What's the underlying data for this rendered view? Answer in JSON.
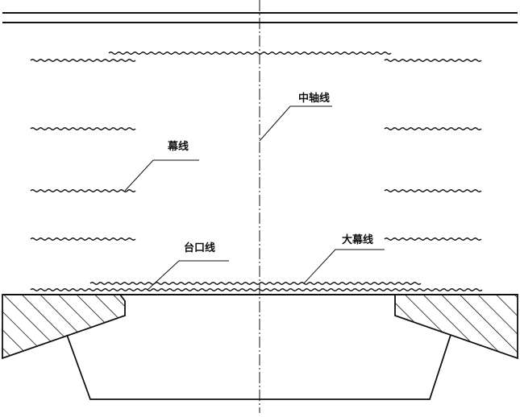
{
  "labels": {
    "center_axis": "中轴线",
    "curtain_line": "幕线",
    "stage_edge_line": "台口线",
    "main_curtain_line": "大幕线"
  },
  "colors": {
    "ink": "#111111",
    "background": "#ffffff"
  }
}
